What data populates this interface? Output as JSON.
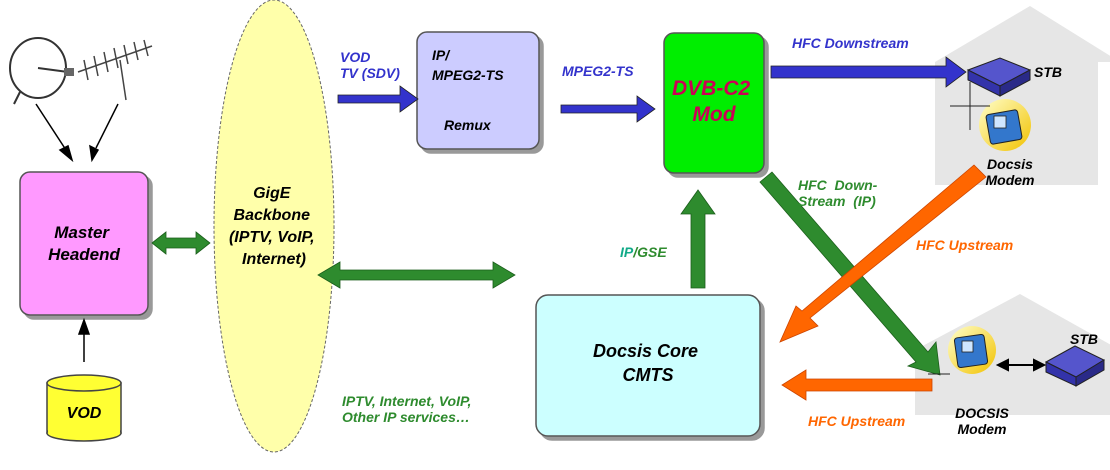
{
  "colors": {
    "blue_arrow": "#3333cc",
    "green_arrow": "#2e8b2e",
    "orange_arrow": "#ff6600",
    "master_fill": "#ff99ff",
    "backbone_fill": "#ffffaa",
    "remux_fill": "#ccccff",
    "mod_fill": "#00ee00",
    "cmts_fill": "#ccffff",
    "vod_fill": "#ffff33",
    "house_fill": "#e6e6e6"
  },
  "nodes": {
    "master_headend": "Master\nHeadend",
    "backbone": "GigE\nBackbone\n(IPTV, VoIP,\nInternet)",
    "remux_top": "IP/\nMPEG2-TS",
    "remux_bottom": "Remux",
    "dvb_mod": "DVB-C2\nMod",
    "cmts": "Docsis Core\nCMTS",
    "vod_db": "VOD"
  },
  "labels": {
    "vod_tv": "VOD\nTV (SDV)",
    "mpeg2ts": "MPEG2-TS",
    "hfc_downstream": "HFC Downstream",
    "hfc_down_ip": "HFC  Down-\nStream  (IP)",
    "ip_gse_ip": "IP",
    "ip_gse_rest": "/GSE",
    "hfc_upstream_1": "HFC Upstream",
    "hfc_upstream_2": "HFC Upstream",
    "ip_services": "IPTV, Internet, VoIP,\nOther IP services…",
    "stb_1": "STB",
    "stb_2": "STB",
    "docsis_modem_1": "Docsis\nModem",
    "docsis_modem_2": "DOCSIS\nModem"
  },
  "icons": [
    "satellite-dish-icon",
    "antenna-icon",
    "set-top-box-icon",
    "cable-modem-icon"
  ]
}
